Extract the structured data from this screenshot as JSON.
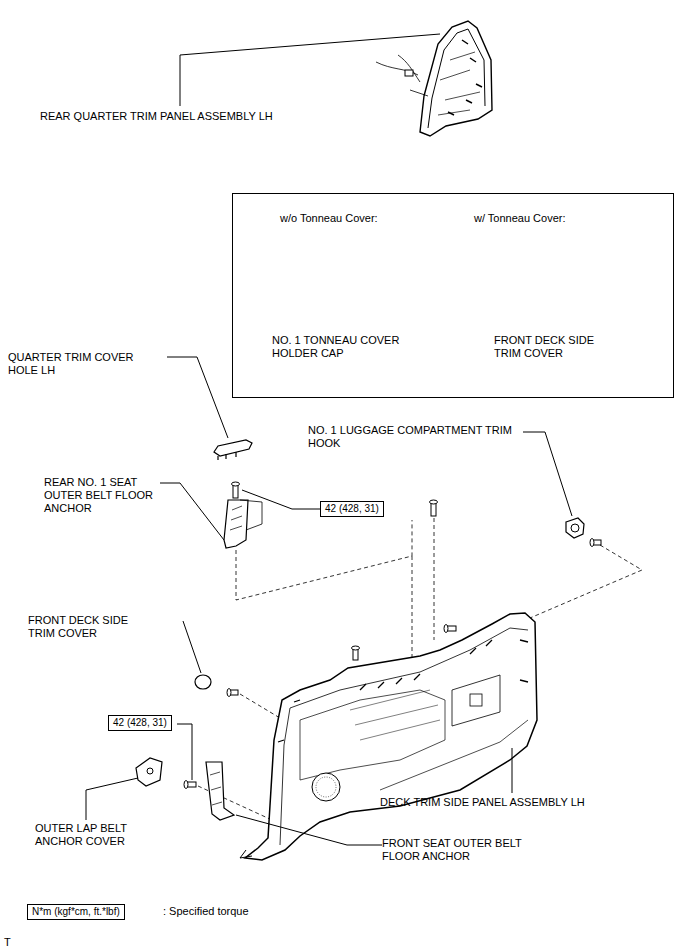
{
  "diagram": {
    "nodes": [
      {
        "text": [
          "w/o Tonneau Cover:",
          "w/ Tonneau Cover:",
          "NO. 1 TONNEAU COVER HOLDER CAP",
          "FRONT DECK SIDE TRIM COVER"
        ]
      },
      {
        "text": [
          "42 (428, 31)"
        ]
      },
      {
        "text": [
          "42 (428, 31)"
        ]
      },
      {
        "text": [
          "N*m (kgf*cm, ft.*lbf)"
        ]
      }
    ],
    "labels": [
      "REAR QUARTER TRIM PANEL ASSEMBLY LH",
      "QUARTER TRIM COVER HOLE LH",
      "NO. 1 LUGGAGE COMPARTMENT TRIM HOOK",
      "REAR NO. 1 SEAT OUTER BELT FLOOR ANCHOR",
      "FRONT DECK SIDE TRIM COVER",
      "OUTER LAP BELT ANCHOR COVER",
      "DECK TRIM SIDE PANEL ASSEMBLY LH",
      "FRONT SEAT OUTER BELT FLOOR ANCHOR",
      ": Specified torque",
      "T"
    ]
  }
}
